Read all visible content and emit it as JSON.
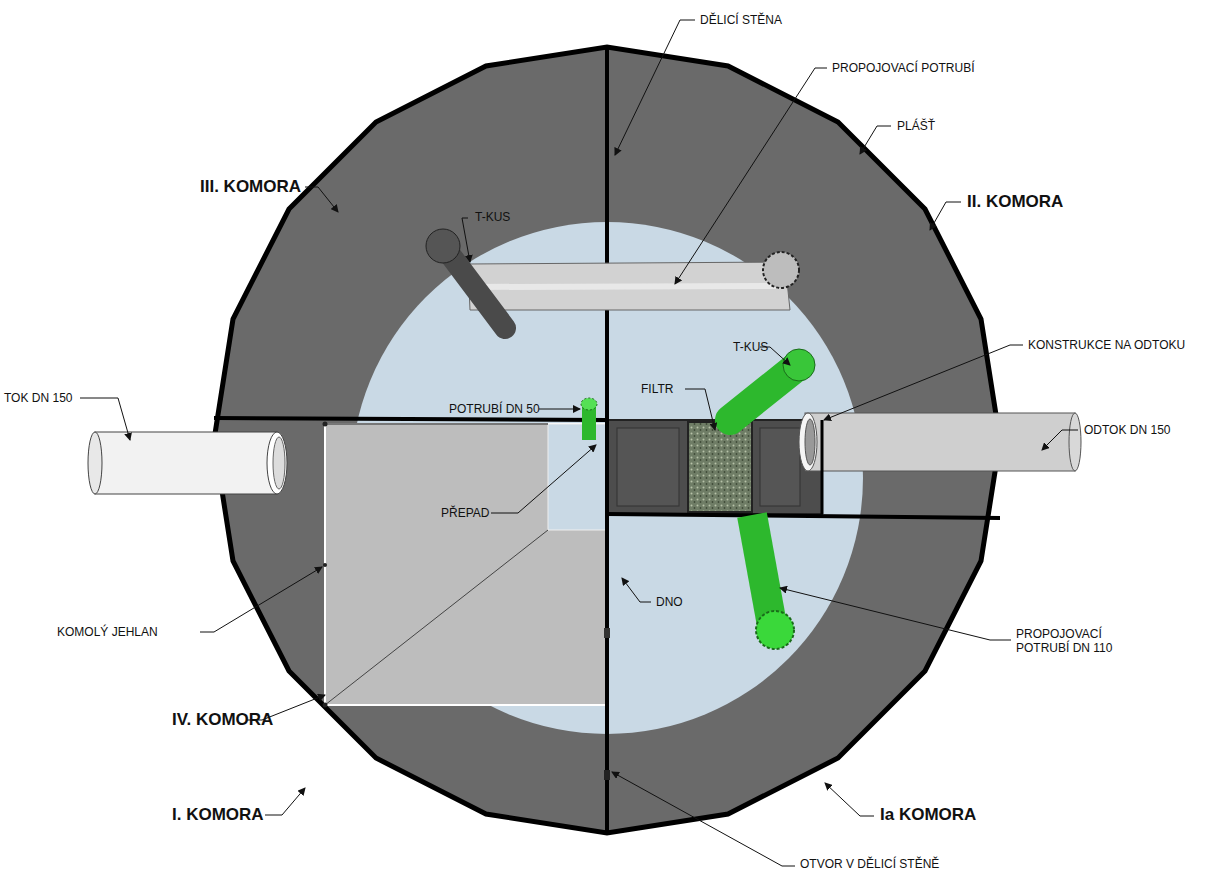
{
  "diagram": {
    "labels": [
      "DĚLICÍ STĚNA",
      "PROPOJOVACÍ POTRUBÍ",
      "PLÁŠŤ",
      "III. KOMORA",
      "II. KOMORA",
      "T-KUS",
      "T-KUS",
      "KONSTRUKCE NA ODTOKU",
      "TOK DN 150",
      "POTRUBÍ DN 50",
      "FILTR",
      "ODTOK DN 150",
      "PŘEPAD",
      "DNO",
      "KOMOLÝ JEHLAN",
      "PROPOJOVACÍ POTRUBÍ DN 110",
      "IV. KOMORA",
      "I. KOMORA",
      "Ia KOMORA",
      "OTVOR V DĚLICÍ STĚNĚ"
    ]
  }
}
